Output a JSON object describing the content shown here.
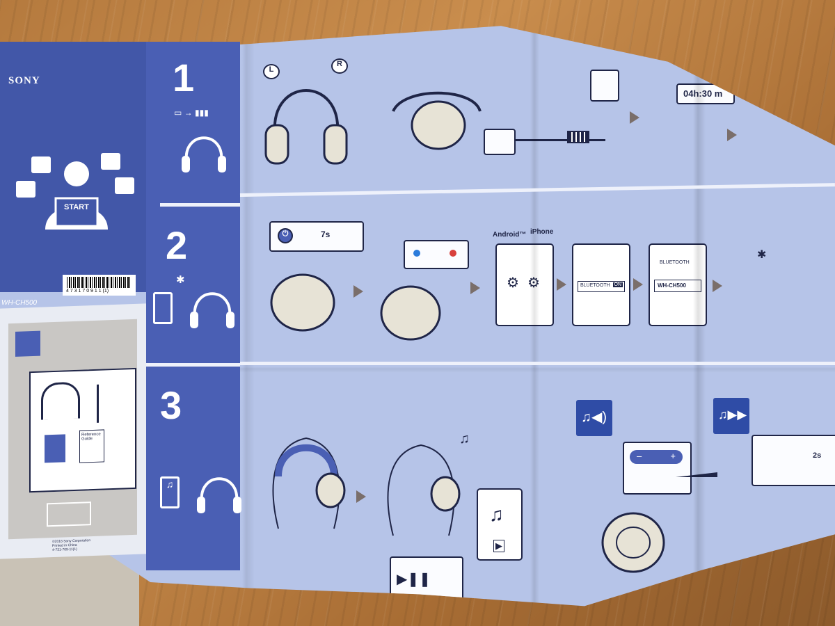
{
  "brand": "SONY",
  "cover": {
    "start_label": "START",
    "model_code": "WH-CH500",
    "barcode_digits": "4 7 3 1 7 0 9 1 1 (1)"
  },
  "box_panel": {
    "booklet_label": "Reference Guide",
    "copyright_text": "©2018 Sony Corporation\nPrinted in China\n4-731-709-11(1)"
  },
  "steps": [
    {
      "number": "1"
    },
    {
      "number": "2"
    },
    {
      "number": "3"
    }
  ],
  "step1": {
    "left_mark": "L",
    "right_mark": "R",
    "charge_time": "04h:30 m"
  },
  "step2": {
    "power_time": "7s",
    "os_labels": {
      "android": "Android™",
      "iphone": "iPhone"
    },
    "bluetooth_toggle": "BLUETOOTH",
    "toggle_state": "ON",
    "screen_title": "BLUETOOTH",
    "device_name": "WH-CH500"
  },
  "step3": {
    "volume_minus": "–",
    "volume_plus": "+",
    "skip_time": "2s"
  },
  "colors": {
    "panel_blue": "#4a5fb4",
    "sheet_blue": "#b6c4e8",
    "ink": "#1f2547",
    "wood": "#b57a3e"
  }
}
